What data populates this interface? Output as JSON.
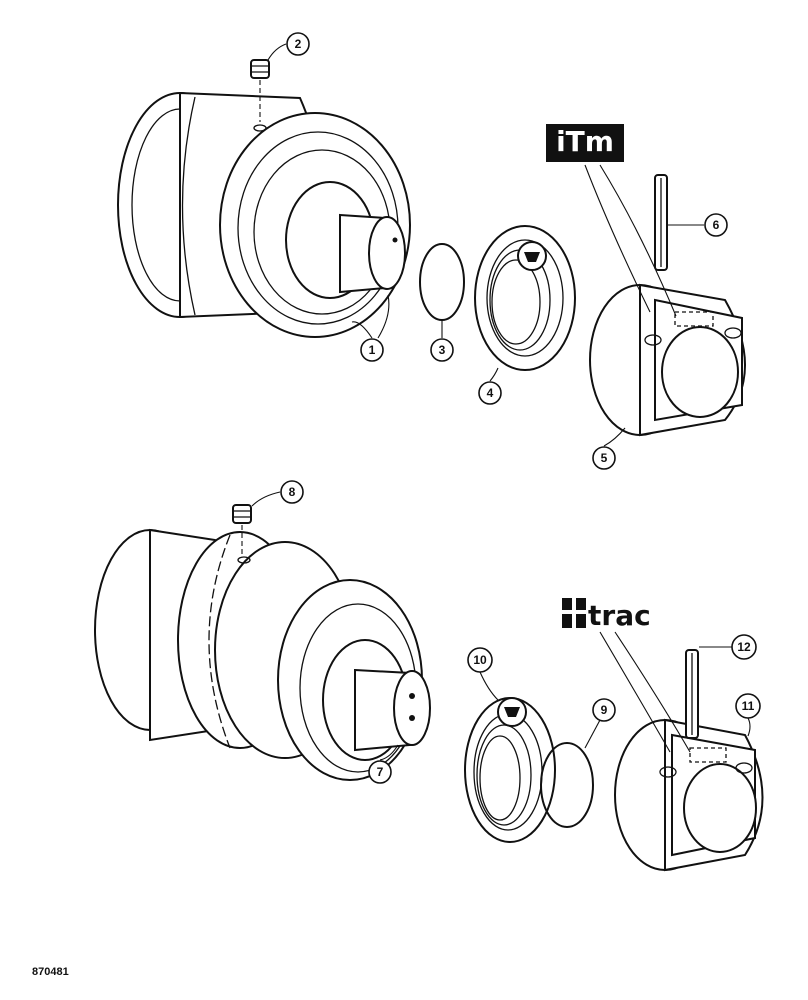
{
  "callouts": {
    "c1": "1",
    "c2": "2",
    "c3": "3",
    "c4": "4",
    "c5": "5",
    "c6": "6",
    "c7": "7",
    "c8": "8",
    "c9": "9",
    "c10": "10",
    "c11": "11",
    "c12": "12"
  },
  "logos": {
    "itm": "iTm",
    "itrac": "trac"
  },
  "figure_id": "870481"
}
